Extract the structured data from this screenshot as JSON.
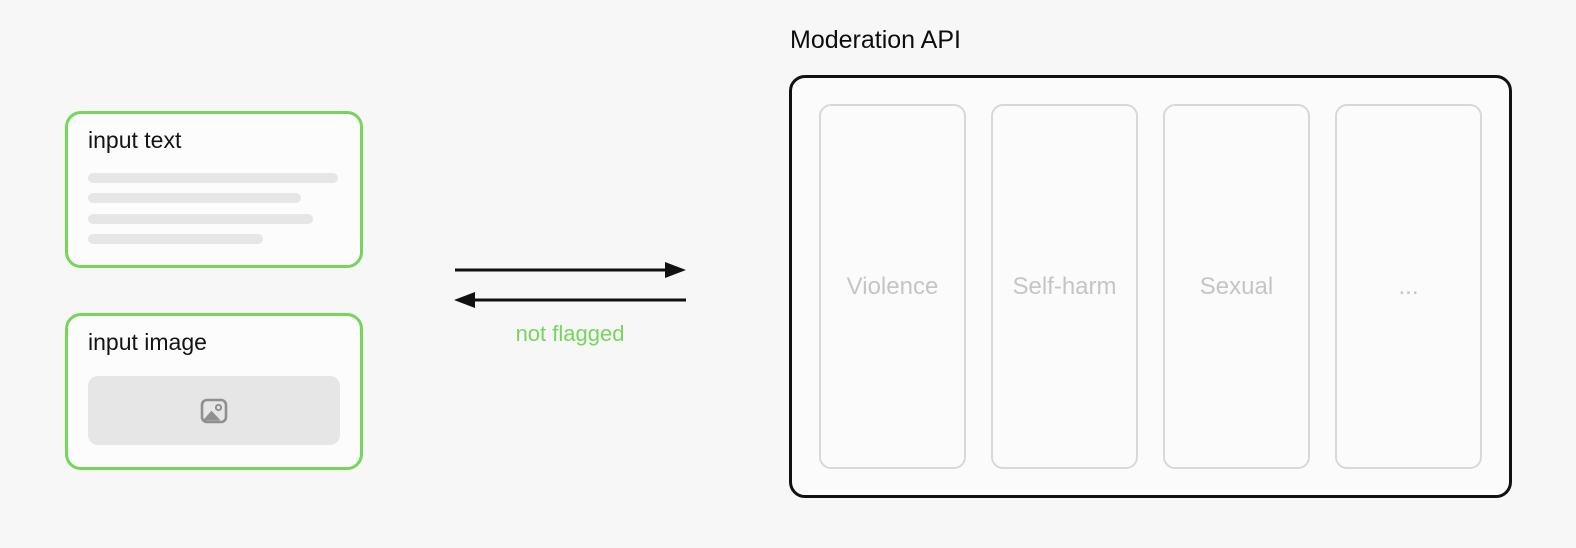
{
  "colors": {
    "canvas_bg": "#f7f7f7",
    "card_bg": "#fcfcfc",
    "accent_green": "#75d65a",
    "skeleton_gray": "#e6e6e6",
    "column_border": "#d8d8d8",
    "column_label": "#c5c5c5",
    "arrow_black": "#111111",
    "icon_gray": "#8f8f8f"
  },
  "cards": {
    "text": {
      "title": "input text",
      "skeleton_widths": [
        250,
        213,
        225,
        175
      ]
    },
    "image": {
      "title": "input image",
      "icon": "image-icon"
    }
  },
  "exchange": {
    "request_arrow": "arrow-right",
    "response_arrow": "arrow-left",
    "result_label": "not flagged"
  },
  "moderation": {
    "title": "Moderation API",
    "categories": [
      "Violence",
      "Self-harm",
      "Sexual",
      "..."
    ]
  }
}
